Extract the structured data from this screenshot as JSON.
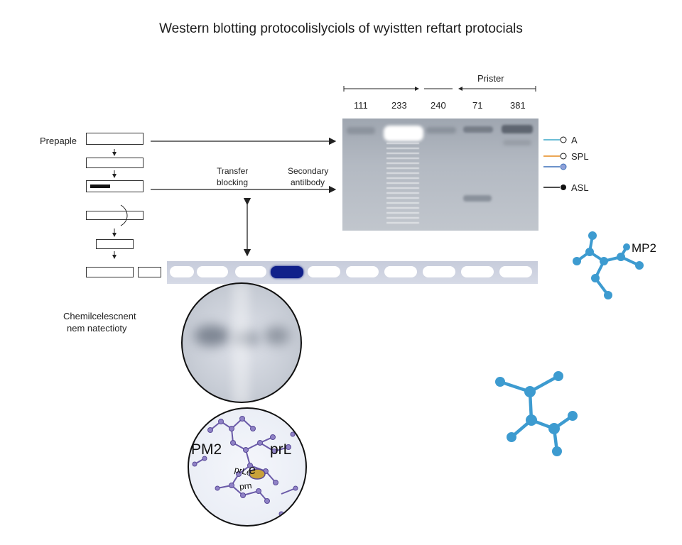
{
  "title": "Western blotting protocolislyciols of wyistten reftart protocials",
  "flow": {
    "prepare_label": "Prepaple",
    "transfer_label": "Transfer",
    "blocking_label": "blocking",
    "secondary_label": "Secondary",
    "antibody_label": "antilbody",
    "detection_line1": "Chemilcelescnent",
    "detection_line2": "nem natectioty"
  },
  "gel": {
    "header_label": "Prister",
    "lanes": [
      "111",
      "233",
      "240",
      "71",
      "381"
    ]
  },
  "legend": {
    "items": [
      {
        "label": "A",
        "color": "#3aa7c9"
      },
      {
        "label": "SPL",
        "color": "#e68a1e"
      },
      {
        "label": "",
        "color": "#3a6fb8"
      },
      {
        "label": "ASL",
        "color": "#111111"
      }
    ]
  },
  "molecules": {
    "label_top": "MP2",
    "color": "#3d9bd0"
  },
  "zoom": {
    "label_left": "PM2",
    "label_right": "prL",
    "center_letter": "e",
    "small_labels": [
      "prLe",
      "prn"
    ]
  },
  "colors": {
    "dark_band": "#10208a",
    "molecule": "#3d9bd0",
    "purple_molecule": "#6a5aa8"
  }
}
